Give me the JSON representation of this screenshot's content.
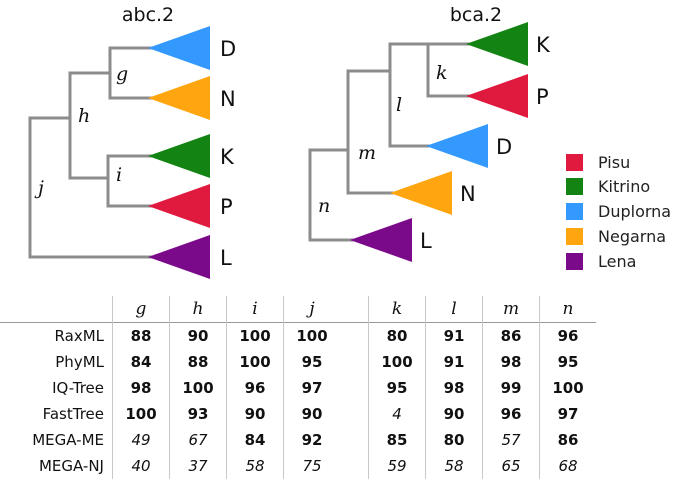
{
  "trees": [
    {
      "title": "abc.2",
      "leaves": [
        {
          "label": "D",
          "color": "#3399ff"
        },
        {
          "label": "N",
          "color": "#ffa510"
        },
        {
          "label": "K",
          "color": "#138313"
        },
        {
          "label": "P",
          "color": "#e0193f"
        },
        {
          "label": "L",
          "color": "#7b0a8a"
        }
      ],
      "nodes": [
        "g",
        "h",
        "i",
        "j"
      ]
    },
    {
      "title": "bca.2",
      "leaves": [
        {
          "label": "K",
          "color": "#138313"
        },
        {
          "label": "P",
          "color": "#e0193f"
        },
        {
          "label": "D",
          "color": "#3399ff"
        },
        {
          "label": "N",
          "color": "#ffa510"
        },
        {
          "label": "L",
          "color": "#7b0a8a"
        }
      ],
      "nodes": [
        "k",
        "l",
        "m",
        "n"
      ]
    }
  ],
  "legend": [
    {
      "label": "Pisu",
      "color": "#e0193f"
    },
    {
      "label": "Kitrino",
      "color": "#138313"
    },
    {
      "label": "Duplorna",
      "color": "#3399ff"
    },
    {
      "label": "Negarna",
      "color": "#ffa510"
    },
    {
      "label": "Lena",
      "color": "#7b0a8a"
    }
  ],
  "table": {
    "columns_left": [
      "g",
      "h",
      "i",
      "j"
    ],
    "columns_right": [
      "k",
      "l",
      "m",
      "n"
    ],
    "rows": [
      {
        "method": "RaxML",
        "left": [
          {
            "v": "88",
            "s": "b"
          },
          {
            "v": "90",
            "s": "b"
          },
          {
            "v": "100",
            "s": "b"
          },
          {
            "v": "100",
            "s": "b"
          }
        ],
        "right": [
          {
            "v": "80",
            "s": "b"
          },
          {
            "v": "91",
            "s": "b"
          },
          {
            "v": "86",
            "s": "b"
          },
          {
            "v": "96",
            "s": "b"
          }
        ]
      },
      {
        "method": "PhyML",
        "left": [
          {
            "v": "84",
            "s": "b"
          },
          {
            "v": "88",
            "s": "b"
          },
          {
            "v": "100",
            "s": "b"
          },
          {
            "v": "95",
            "s": "b"
          }
        ],
        "right": [
          {
            "v": "100",
            "s": "b"
          },
          {
            "v": "91",
            "s": "b"
          },
          {
            "v": "98",
            "s": "b"
          },
          {
            "v": "95",
            "s": "b"
          }
        ]
      },
      {
        "method": "IQ-Tree",
        "left": [
          {
            "v": "98",
            "s": "b"
          },
          {
            "v": "100",
            "s": "b"
          },
          {
            "v": "96",
            "s": "b"
          },
          {
            "v": "97",
            "s": "b"
          }
        ],
        "right": [
          {
            "v": "95",
            "s": "b"
          },
          {
            "v": "98",
            "s": "b"
          },
          {
            "v": "99",
            "s": "b"
          },
          {
            "v": "100",
            "s": "b"
          }
        ]
      },
      {
        "method": "FastTree",
        "left": [
          {
            "v": "100",
            "s": "b"
          },
          {
            "v": "93",
            "s": "b"
          },
          {
            "v": "90",
            "s": "b"
          },
          {
            "v": "90",
            "s": "b"
          }
        ],
        "right": [
          {
            "v": "4",
            "s": "i"
          },
          {
            "v": "90",
            "s": "b"
          },
          {
            "v": "96",
            "s": "b"
          },
          {
            "v": "97",
            "s": "b"
          }
        ]
      },
      {
        "method": "MEGA-ME",
        "left": [
          {
            "v": "49",
            "s": "i"
          },
          {
            "v": "67",
            "s": "i"
          },
          {
            "v": "84",
            "s": "b"
          },
          {
            "v": "92",
            "s": "b"
          }
        ],
        "right": [
          {
            "v": "85",
            "s": "b"
          },
          {
            "v": "80",
            "s": "b"
          },
          {
            "v": "57",
            "s": "i"
          },
          {
            "v": "86",
            "s": "b"
          }
        ]
      },
      {
        "method": "MEGA-NJ",
        "left": [
          {
            "v": "40",
            "s": "i"
          },
          {
            "v": "37",
            "s": "i"
          },
          {
            "v": "58",
            "s": "i"
          },
          {
            "v": "75",
            "s": "i"
          }
        ],
        "right": [
          {
            "v": "59",
            "s": "i"
          },
          {
            "v": "58",
            "s": "i"
          },
          {
            "v": "65",
            "s": "i"
          },
          {
            "v": "68",
            "s": "i"
          }
        ]
      }
    ]
  }
}
